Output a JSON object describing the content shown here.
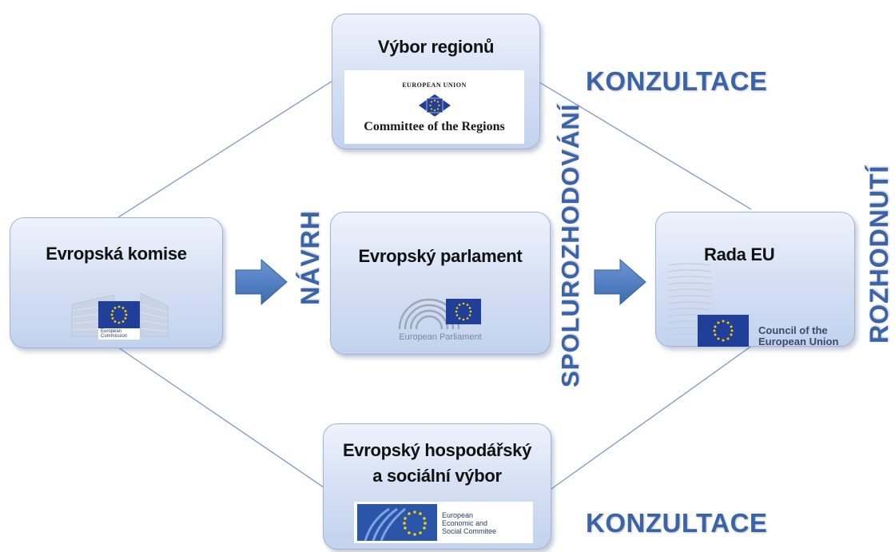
{
  "boxes": {
    "regions": {
      "title": "Výbor regionů",
      "logo_top": "EUROPEAN UNION",
      "logo_bottom": "Committee of the Regions"
    },
    "commission": {
      "title": "Evropská komise",
      "logo_text_1": "European",
      "logo_text_2": "Commission"
    },
    "parliament": {
      "title": "Evropský parlament",
      "logo_text": "European Parliament"
    },
    "council": {
      "title": "Rada EU",
      "logo_text_1": "Council of the",
      "logo_text_2": "European Union"
    },
    "ecosoc": {
      "title_1": "Evropský hospodářský",
      "title_2": "a sociální výbor",
      "logo_text_1": "European",
      "logo_text_2": "Economic and",
      "logo_text_3": "Social Commitee"
    }
  },
  "labels": {
    "konzultace_top": "KONZULTACE",
    "konzultace_bottom": "KONZULTACE",
    "navrh": "NÁVRH",
    "spolurozhodovani": "SPOLUROZHODOVÁNÍ",
    "rozhodnuti": "ROZHODNUTÍ"
  },
  "colors": {
    "accent": "#3a63a8",
    "arrow": "#4a78bf",
    "eu_blue": "#1f3f99",
    "star": "#ffcc00"
  },
  "icons": [
    "eu-flag-icon",
    "arrow-right-icon",
    "hemicycle-icon"
  ]
}
